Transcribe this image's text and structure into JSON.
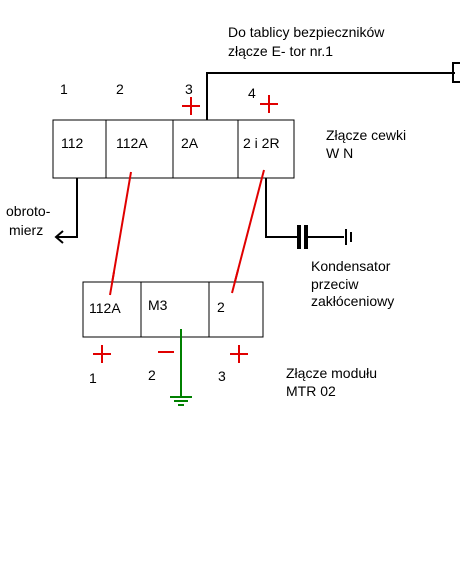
{
  "top_note": {
    "line1": "Do tablicy bezpieczników",
    "line2": "złącze  E- tor nr.1"
  },
  "coil_connector": {
    "title_line1": "Złącze cewki",
    "title_line2": "W N",
    "pin_numbers": [
      "1",
      "2",
      "3",
      "4"
    ],
    "cells": [
      "112",
      "112A",
      "2A",
      "2 i 2R"
    ]
  },
  "tachometer": {
    "line1": "obroto-",
    "line2": "mierz"
  },
  "capacitor": {
    "line1": "Kondensator",
    "line2": "przeciw",
    "line3": "zakłóceniowy"
  },
  "module_connector": {
    "title_line1": "Złącze modułu",
    "title_line2": "MTR  02",
    "pin_numbers": [
      "1",
      "2",
      "3"
    ],
    "cells": [
      "112A",
      "M3",
      "2"
    ]
  },
  "colors": {
    "wire": "#e00000",
    "ground": "#008000",
    "outline": "#000000",
    "plus": "#e00000",
    "minus": "#e00000"
  }
}
